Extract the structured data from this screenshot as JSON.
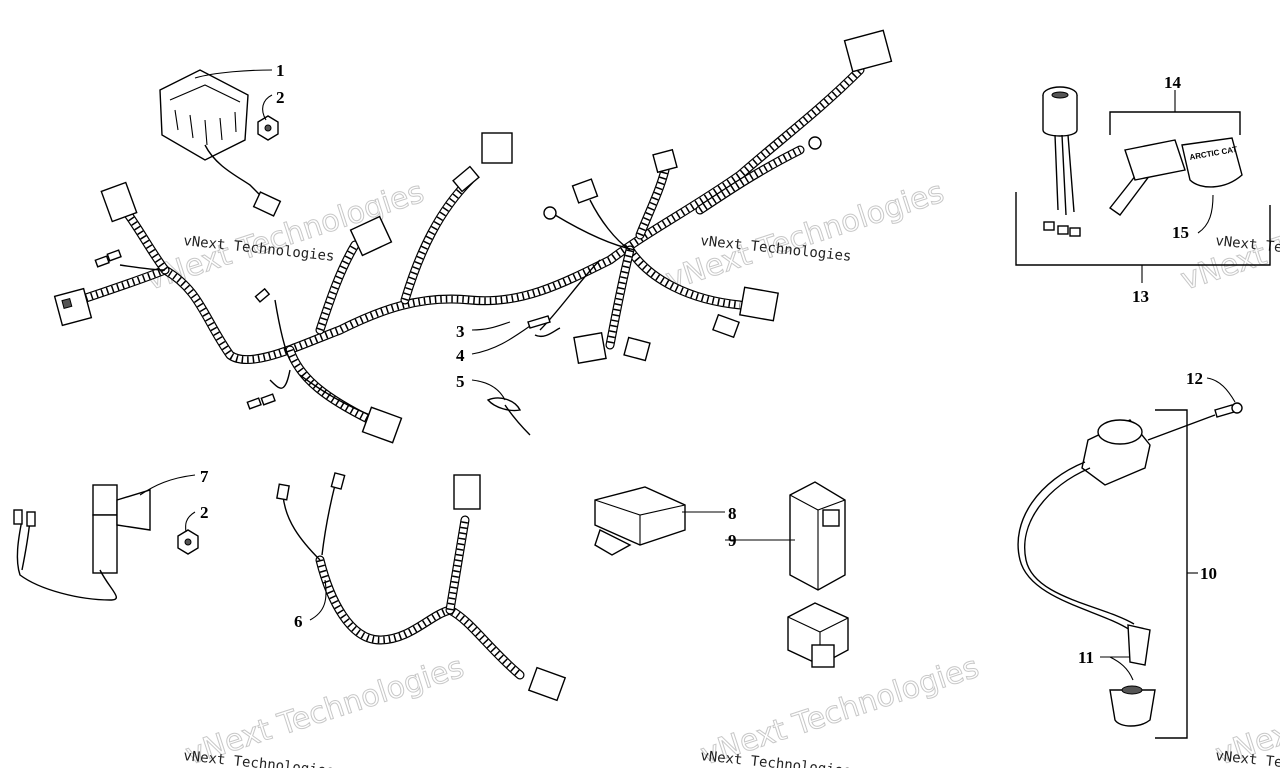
{
  "callouts": {
    "c1": "1",
    "c2a": "2",
    "c2b": "2",
    "c3": "3",
    "c4": "4",
    "c5": "5",
    "c6": "6",
    "c7": "7",
    "c8": "8",
    "c9": "9",
    "c10": "10",
    "c11": "11",
    "c12": "12",
    "c13": "13",
    "c14": "14",
    "c15": "15"
  },
  "key_label": "ARCTIC CAT",
  "watermark": {
    "small": "vNext Technologies",
    "big": "vNext Technologies"
  }
}
